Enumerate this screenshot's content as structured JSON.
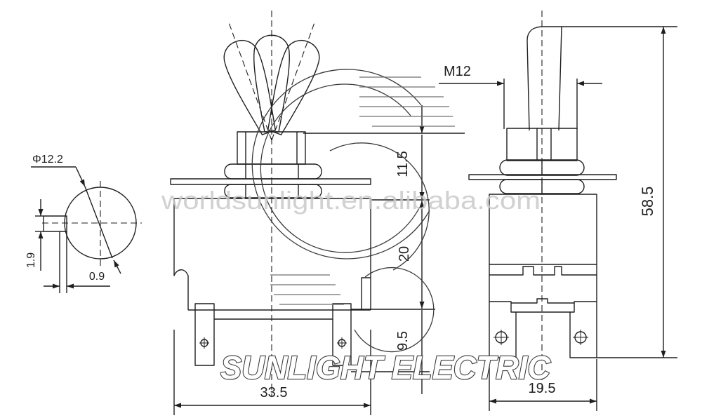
{
  "colors": {
    "ink": "#1f1f1f",
    "watermark_text": "#c9c9c9",
    "background": "#ffffff"
  },
  "dimensions": {
    "terminal_diameter": "Φ12.2",
    "tab_height": "1.9",
    "plate_thickness": "0.9",
    "thread": "M12",
    "bushing_height": "11.5",
    "body_height": "20",
    "terminal_length": "9.5",
    "overall_height": "58.5",
    "body_width": "33.5",
    "body_depth": "19.5"
  },
  "watermark": {
    "url": "worldsunlight.en.alibaba.com",
    "brand": "SUNLIGHT ELECTRIC"
  }
}
